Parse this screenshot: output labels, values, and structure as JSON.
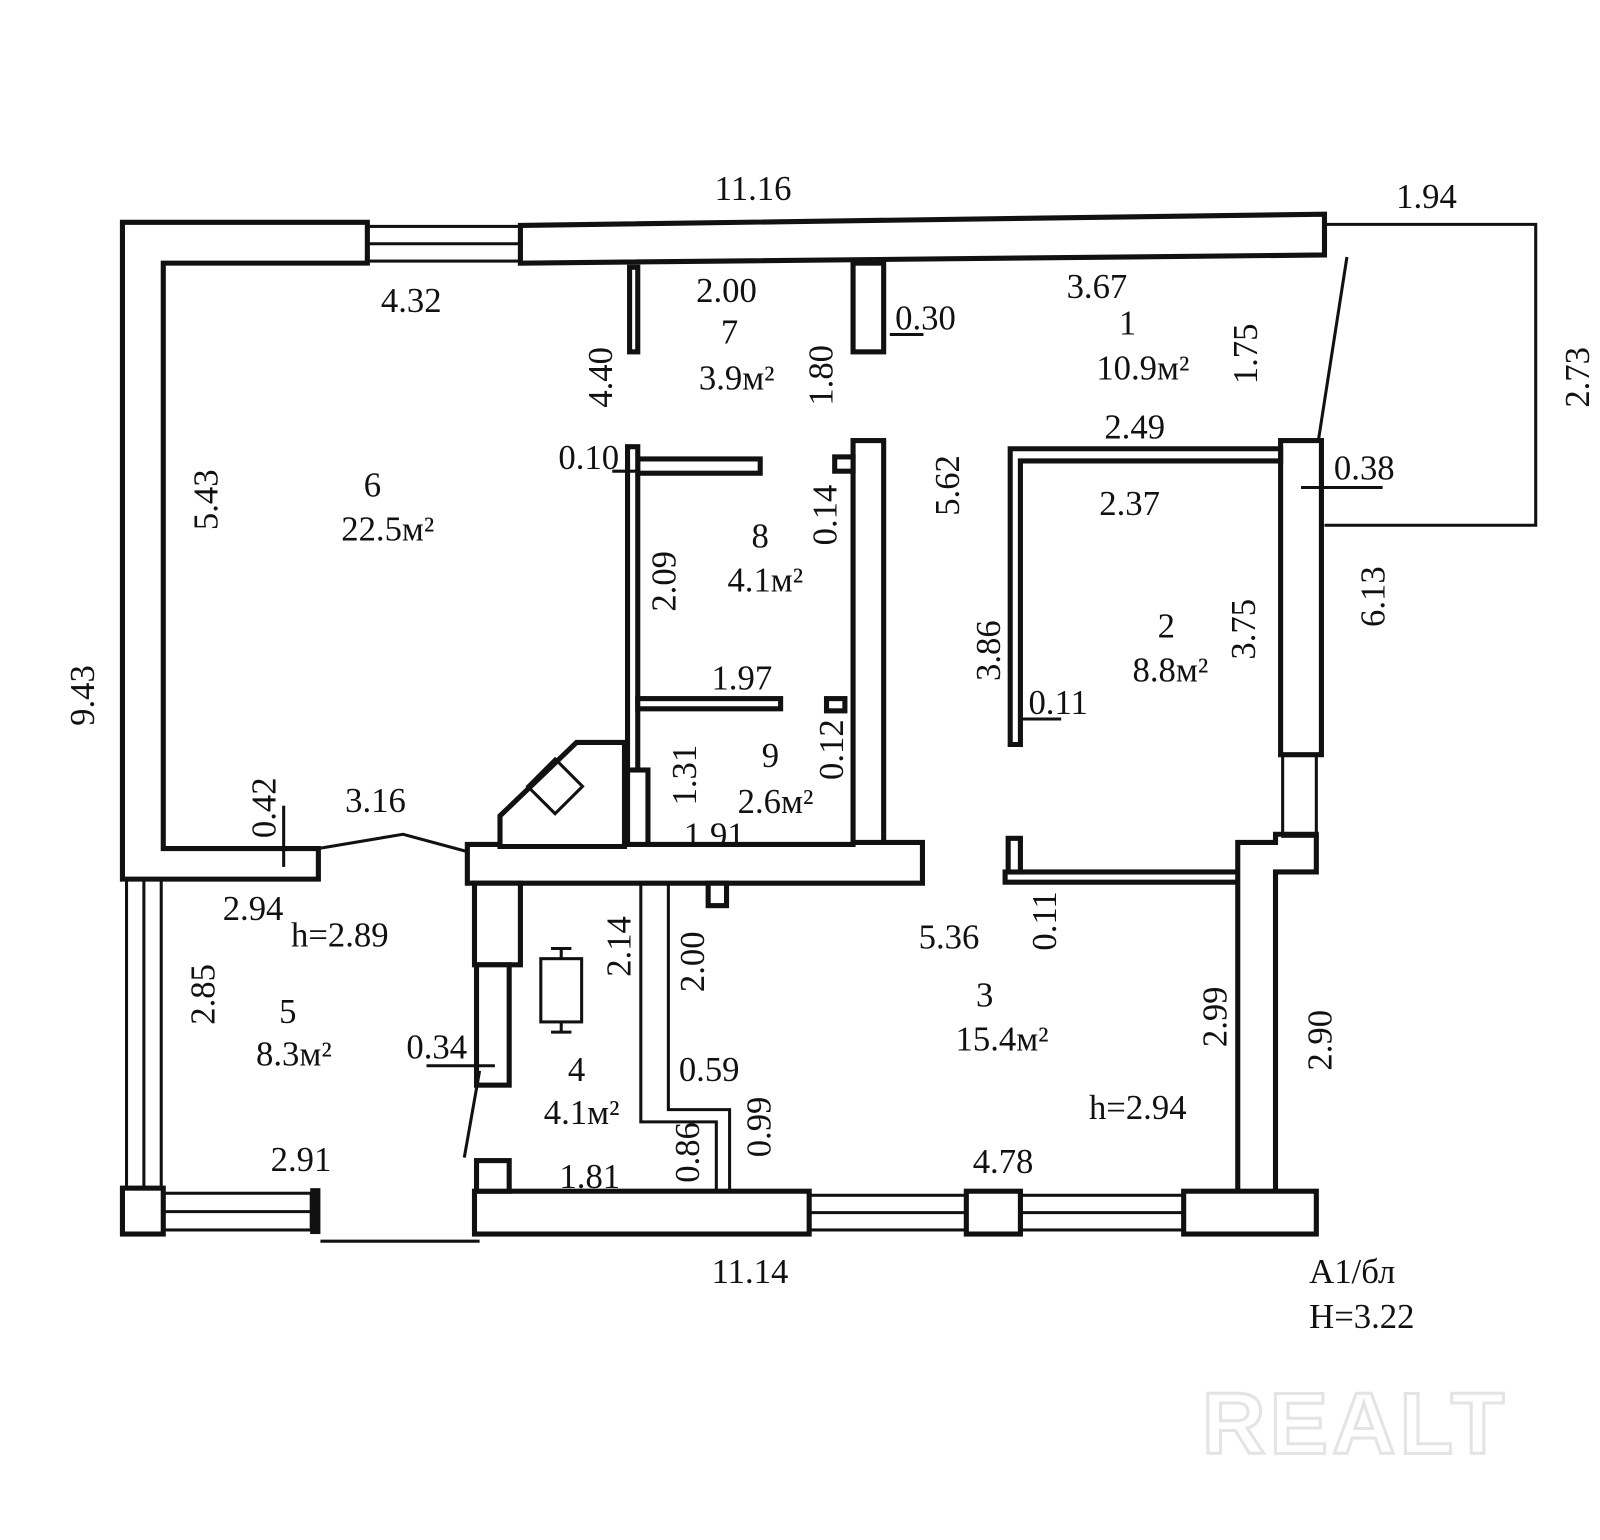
{
  "plan": {
    "code": "A1/бл",
    "height_total": "H=3.22",
    "watermark": "REALT"
  },
  "rooms": [
    {
      "number": "1",
      "area": "10.9м²"
    },
    {
      "number": "2",
      "area": "8.8м²"
    },
    {
      "number": "3",
      "area": "15.4м²",
      "height": "h=2.94"
    },
    {
      "number": "4",
      "area": "4.1м²"
    },
    {
      "number": "5",
      "area": "8.3м²",
      "height": "h=2.89"
    },
    {
      "number": "6",
      "area": "22.5м²"
    },
    {
      "number": "7",
      "area": "3.9м²"
    },
    {
      "number": "8",
      "area": "4.1м²"
    },
    {
      "number": "9",
      "area": "2.6м²"
    }
  ],
  "dimensions": {
    "top": "11.16",
    "bottom": "11.14",
    "left": "9.43",
    "balcony_w": "1.94",
    "balcony_h": "2.73",
    "d432": "4.32",
    "d200_top": "2.00",
    "d030": "0.30",
    "d367": "3.67",
    "d175": "1.75",
    "d440": "4.40",
    "d180": "1.80",
    "d543": "5.43",
    "d010": "0.10",
    "d014": "0.14",
    "d562": "5.62",
    "d249": "2.49",
    "d038": "0.38",
    "d237": "2.37",
    "d209": "2.09",
    "d613": "6.13",
    "d386": "3.86",
    "d375": "3.75",
    "d197": "1.97",
    "d011a": "0.11",
    "d012": "0.12",
    "d131": "1.31",
    "d042": "0.42",
    "d316": "3.16",
    "d191": "1.91",
    "d294": "2.94",
    "d214": "2.14",
    "d200_mid": "2.00",
    "d536": "5.36",
    "d011b": "0.11",
    "d285": "2.85",
    "d034": "0.34",
    "d059": "0.59",
    "d299": "2.99",
    "d290": "2.90",
    "d099": "0.99",
    "d086": "0.86",
    "d291": "2.91",
    "d181": "1.81",
    "d478": "4.78"
  }
}
